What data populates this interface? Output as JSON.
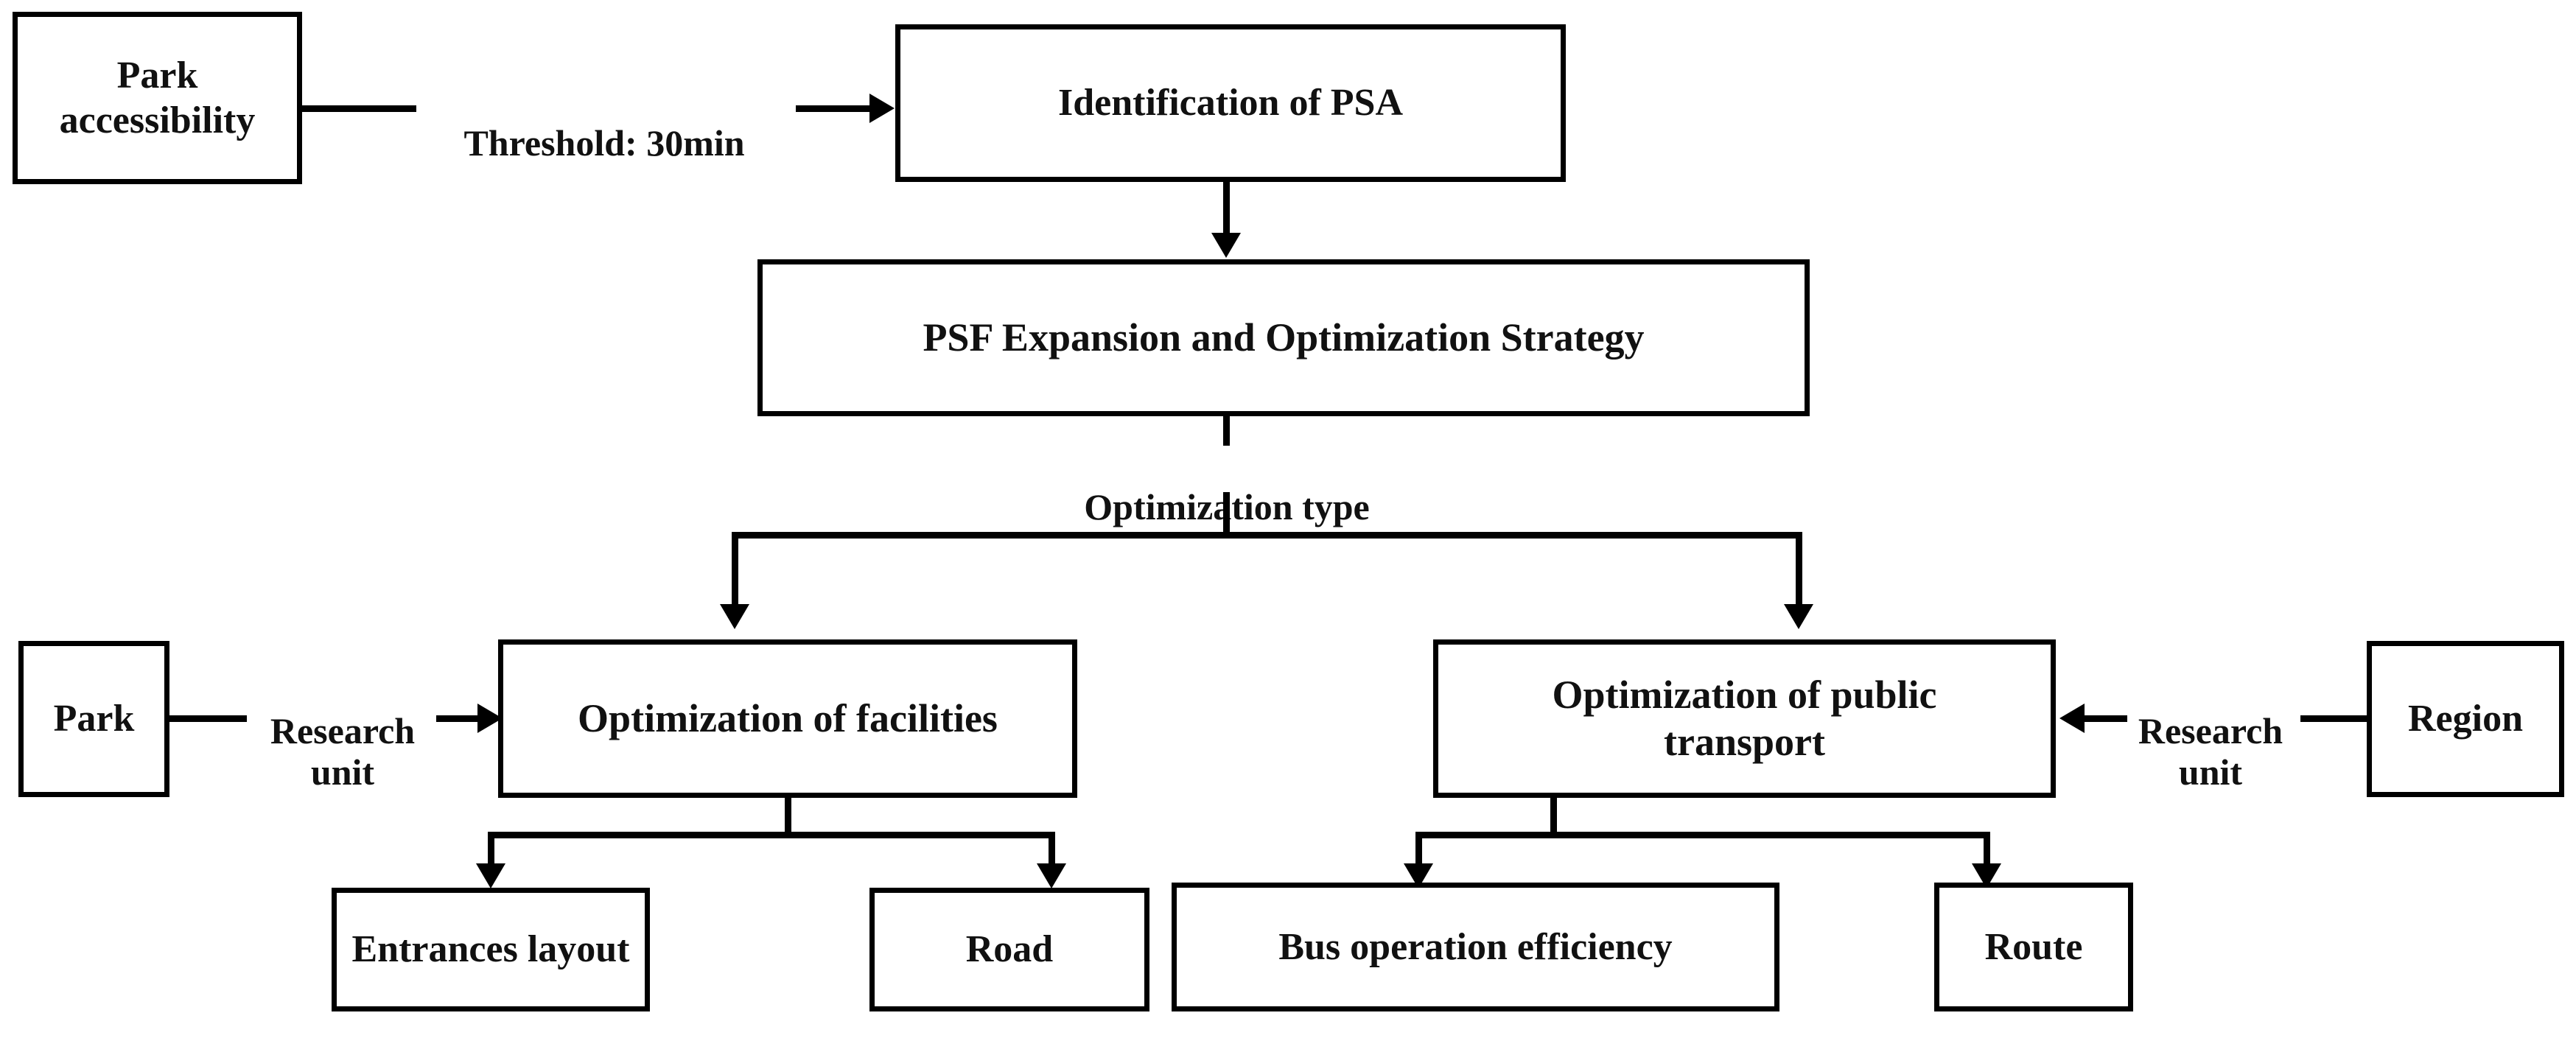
{
  "diagram": {
    "title": "PSF Expansion and Optimization Strategy flowchart",
    "stroke_color": "#000000",
    "fill_color": "#ffffff",
    "text_color": "#111111"
  },
  "nodes": {
    "park_accessibility": "Park\naccessibility",
    "identification_of_psa": "Identification of PSA",
    "psf_strategy": "PSF Expansion and Optimization Strategy",
    "park": "Park",
    "region": "Region",
    "optimization_of_facilities": "Optimization of facilities",
    "optimization_of_public_transport": "Optimization of public\ntransport",
    "entrances_layout": "Entrances layout",
    "road": "Road",
    "bus_operation_efficiency": "Bus operation efficiency",
    "route": "Route"
  },
  "edge_labels": {
    "threshold": "Threshold: 30min",
    "optimization_type": "Optimization type",
    "research_unit_left": "Research\nunit",
    "research_unit_right": "Research\nunit"
  }
}
